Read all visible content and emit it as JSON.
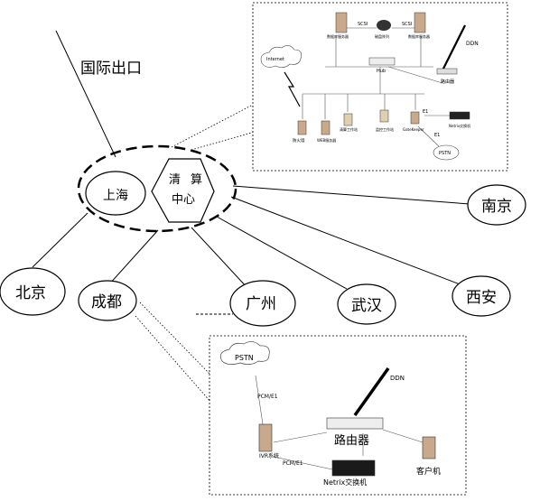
{
  "labels": {
    "intl_exit": "国际出口",
    "shanghai": "上海",
    "clearing_1": "清",
    "clearing_2": "算",
    "clearing_3": "中心",
    "nanjing": "南京",
    "beijing": "北京",
    "chengdu": "成都",
    "guangzhou": "广州",
    "wuhan": "武汉",
    "xian": "西安"
  },
  "top_detail": {
    "internet": "Internet",
    "hub": "Hub",
    "ddn": "DDN",
    "router": "路由器",
    "scsi_left": "SCSI",
    "scsi_right": "SCSI",
    "disk_array": "磁盘阵列",
    "server_left": "数据库服务器",
    "server_right": "数据库服务器",
    "firewall": "防火墙",
    "web_server": "WEB服务器",
    "ws_1": "清算工作站",
    "ws_2": "监控工作站",
    "gatekeeper": "GateKeeper",
    "e1_a": "E1",
    "e1_b": "E1",
    "switch": "Netrix交换机",
    "pstn": "PSTN"
  },
  "bottom_detail": {
    "pstn": "PSTN",
    "pcm_top": "PCM/E1",
    "ddn": "DDN",
    "ivr": "IVR系统",
    "router": "路由器",
    "pcm_bottom": "PCM/E1",
    "client": "客户机",
    "switch": "Netrix交换机"
  }
}
